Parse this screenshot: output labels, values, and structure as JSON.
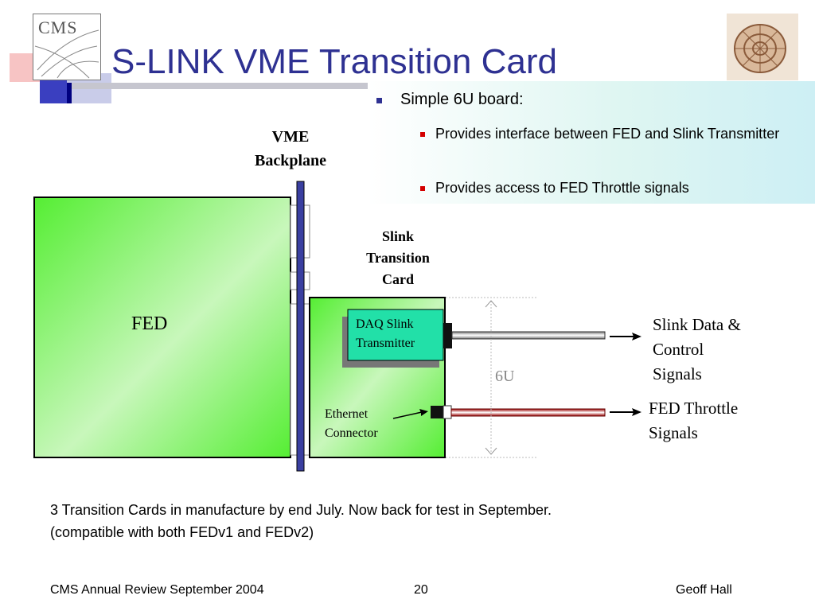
{
  "slide": {
    "title": "S-LINK VME Transition Card",
    "logo_text": "CMS"
  },
  "bullets": {
    "level1": "Simple 6U board:",
    "level2": [
      "Provides interface between FED and Slink Transmitter",
      "Provides access to FED Throttle signals"
    ]
  },
  "diagram": {
    "vme_backplane": [
      "VME",
      "Backplane"
    ],
    "slink_card": [
      "Slink",
      "Transition",
      "Card"
    ],
    "fed": "FED",
    "daq_slink": [
      "DAQ Slink",
      "Transmitter"
    ],
    "ethernet": [
      "Ethernet",
      "Connector"
    ],
    "height_label": "6U",
    "slink_signals": [
      "Slink Data &",
      "Control",
      "Signals"
    ],
    "throttle_signals": [
      "FED Throttle",
      "Signals"
    ]
  },
  "note": [
    "3 Transition Cards in manufacture by end July. Now back for test in September.",
    "(compatible with both FEDv1 and FEDv2)"
  ],
  "footer": {
    "left": "CMS Annual Review September 2004",
    "center": "20",
    "right": "Geoff Hall"
  },
  "colors": {
    "title": "#2E3192",
    "board_green": "#55EE33",
    "daq_teal": "#22E0A8",
    "backplane": "#3A3FA0"
  }
}
